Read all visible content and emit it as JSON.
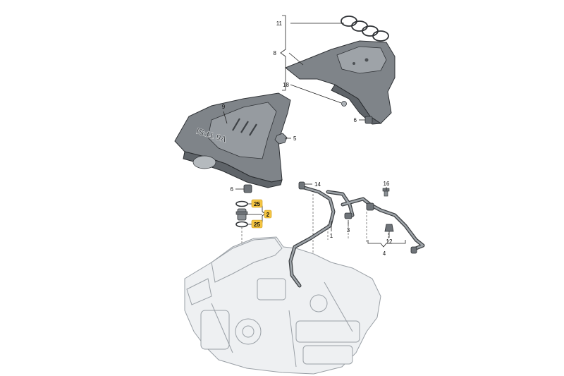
{
  "diagram": {
    "cover_lettering": "V6 TFSI",
    "callouts": {
      "c1": "1",
      "c2": "2",
      "c4": "4",
      "c5": "5",
      "c6a": "6",
      "c6b": "6",
      "c8": "8",
      "c9": "9",
      "c11": "11",
      "c12": "12",
      "c14": "14",
      "c16": "16",
      "c18": "18",
      "c25a": "25",
      "c25b": "25"
    },
    "highlight_color": "#f5c542"
  }
}
